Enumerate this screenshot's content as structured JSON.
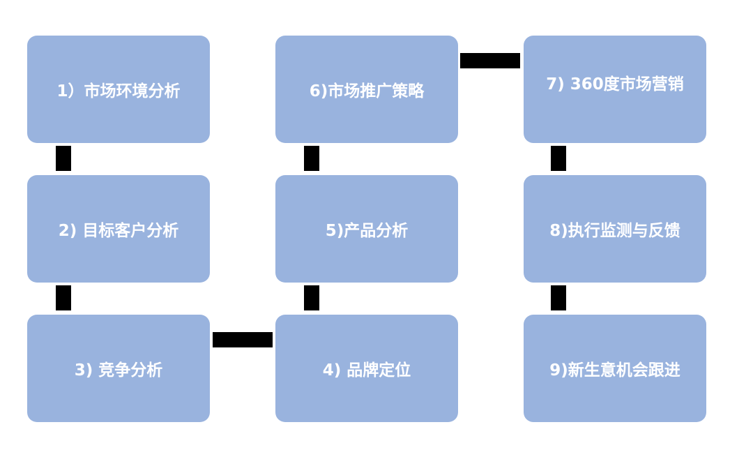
{
  "steps": [
    {
      "label": "1）市场环境分析"
    },
    {
      "label": "2) 目标客户分析"
    },
    {
      "label": "3) 竞争分析"
    },
    {
      "label": "4) 品牌定位"
    },
    {
      "label": "5)产品分析"
    },
    {
      "label": "6)市场推广策略"
    },
    {
      "label": "7) 360度市场营销"
    },
    {
      "label": "8)执行监测与反馈"
    },
    {
      "label": "9)新生意机会跟进"
    }
  ],
  "colors": {
    "box_fill": "#99b3de",
    "box_text": "#ffffff",
    "connector": "#000000"
  }
}
